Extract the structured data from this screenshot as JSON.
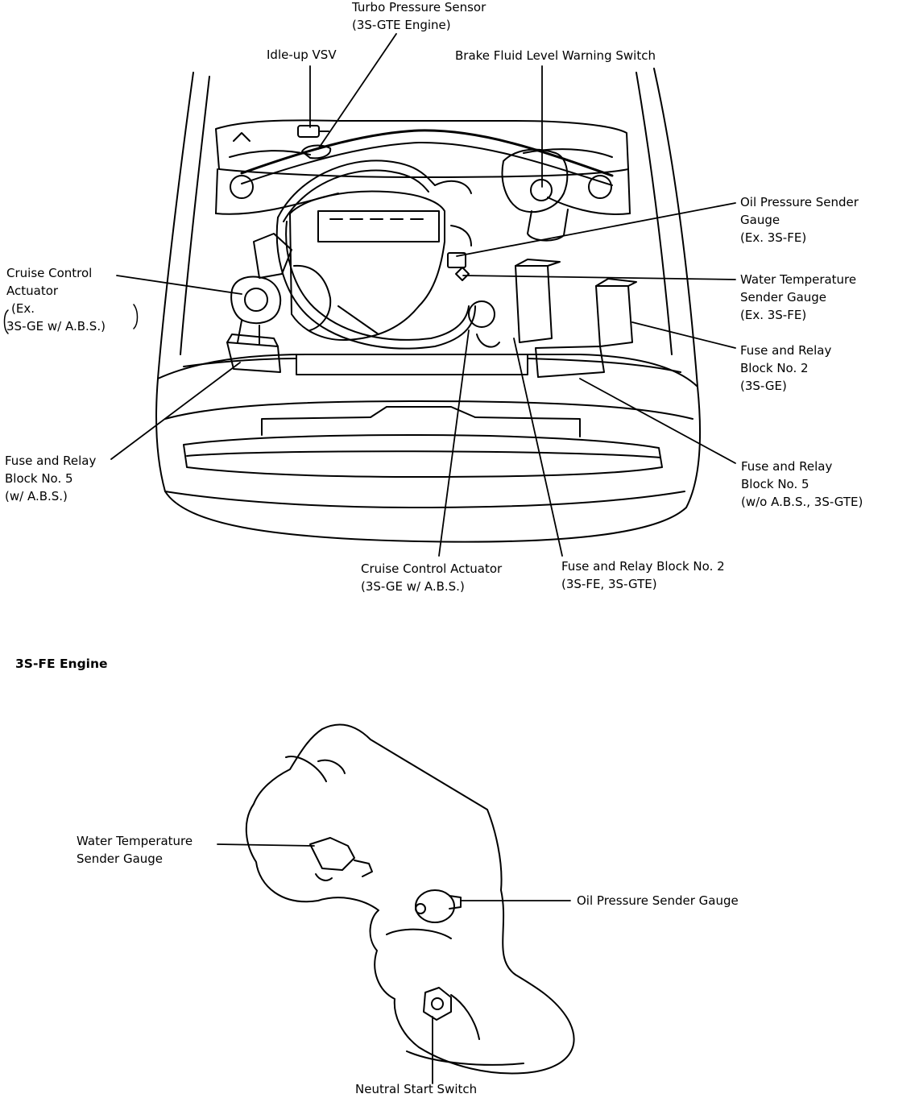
{
  "colors": {
    "ink": "#000000",
    "background": "#ffffff"
  },
  "top_labels": {
    "turbo_pressure_sensor": [
      "Turbo Pressure Sensor",
      "(3S-GTE Engine)"
    ],
    "idle_up_vsv": [
      "Idle-up VSV"
    ],
    "brake_fluid_switch": [
      "Brake Fluid Level Warning Switch"
    ],
    "oil_pressure_sender": [
      "Oil Pressure Sender",
      "Gauge",
      "(Ex. 3S-FE)"
    ],
    "water_temp_sender": [
      "Water Temperature",
      "Sender Gauge",
      "(Ex. 3S-FE)"
    ],
    "cruise_actuator_left": [
      "Cruise Control",
      "Actuator",
      "(Ex.",
      "3S-GE w/ A.B.S.)"
    ],
    "fuse_block2_3sge": [
      "Fuse and Relay",
      "Block No. 2",
      "(3S-GE)"
    ],
    "fuse_block5_abs": [
      "Fuse and Relay",
      "Block No. 5",
      "(w/ A.B.S.)"
    ],
    "fuse_block5_no_abs": [
      "Fuse and Relay",
      "Block No. 5",
      "(w/o A.B.S., 3S-GTE)"
    ],
    "cruise_actuator_bottom": [
      "Cruise Control Actuator",
      "(3S-GE w/ A.B.S.)"
    ],
    "fuse_block2_3sfe": [
      "Fuse and Relay Block No. 2",
      "(3S-FE, 3S-GTE)"
    ]
  },
  "engine_section": {
    "title": "3S-FE Engine",
    "water_temp_sender": [
      "Water Temperature",
      "Sender Gauge"
    ],
    "oil_pressure_sender": [
      "Oil Pressure Sender Gauge"
    ],
    "neutral_start_switch": [
      "Neutral Start Switch"
    ]
  }
}
